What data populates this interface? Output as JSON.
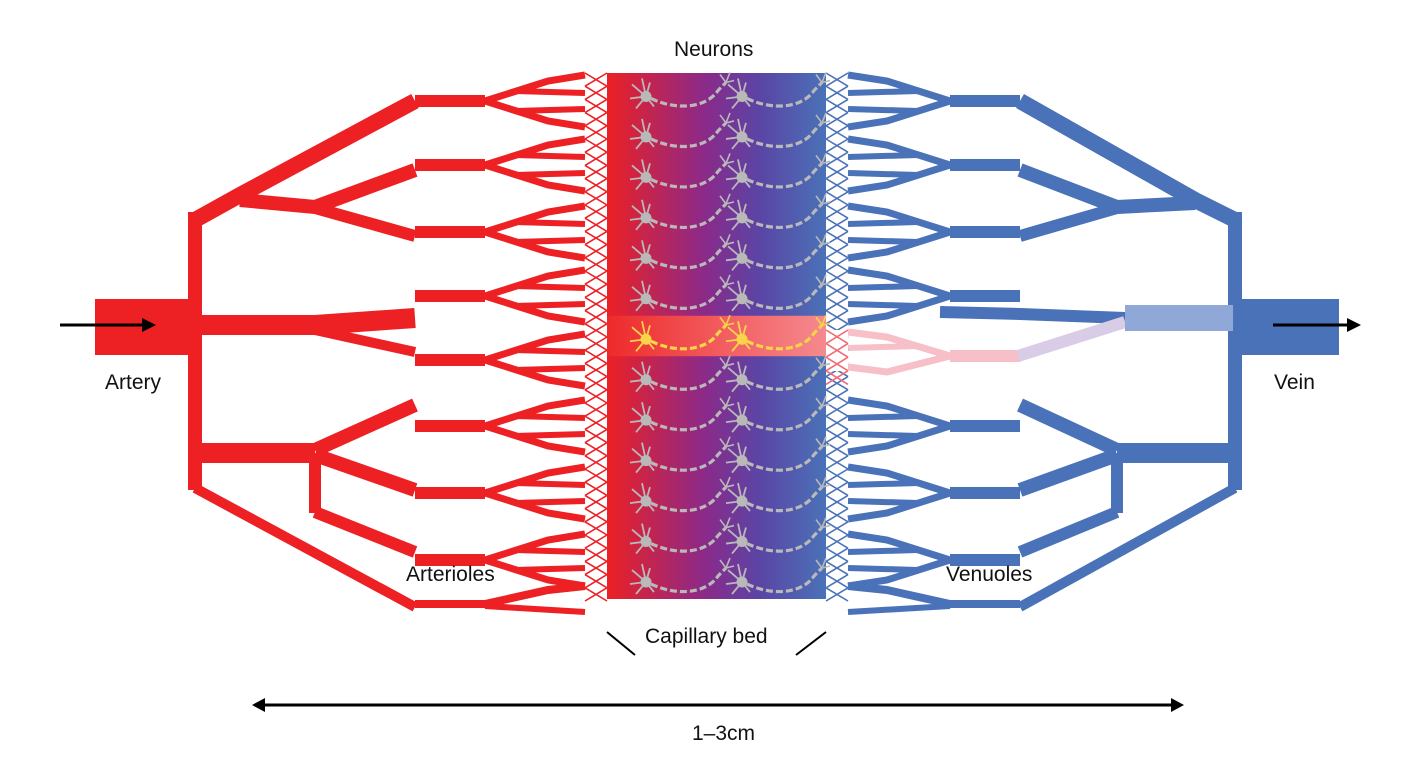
{
  "title": "Neurovascular unit: arterial tree, capillary bed with neurons, venous tree",
  "labels": {
    "neurons": "Neurons",
    "artery": "Artery",
    "vein": "Vein",
    "arterioles": "Arterioles",
    "venuoles": "Venuoles",
    "capillary_bed": "Capillary bed",
    "scale": "1–3cm"
  },
  "colors": {
    "artery": "#ed2024",
    "vein": "#4a72b8",
    "active_arterial": "#f36a74",
    "active_capillary": "#f58a8f",
    "active_venule_light": "#f7bfc7",
    "active_venule_mid": "#d9cce6",
    "active_vein_segment": "#8fa8d8",
    "neuron_inactive": "#b9b9b9",
    "neuron_active": "#f7d44a",
    "text": "#111111"
  },
  "capillary_bed": {
    "neuron_rows": 13,
    "neurons_per_row": 2,
    "active_row_index": 6
  },
  "flow": {
    "inlet_direction": "right",
    "outlet_direction": "right"
  }
}
